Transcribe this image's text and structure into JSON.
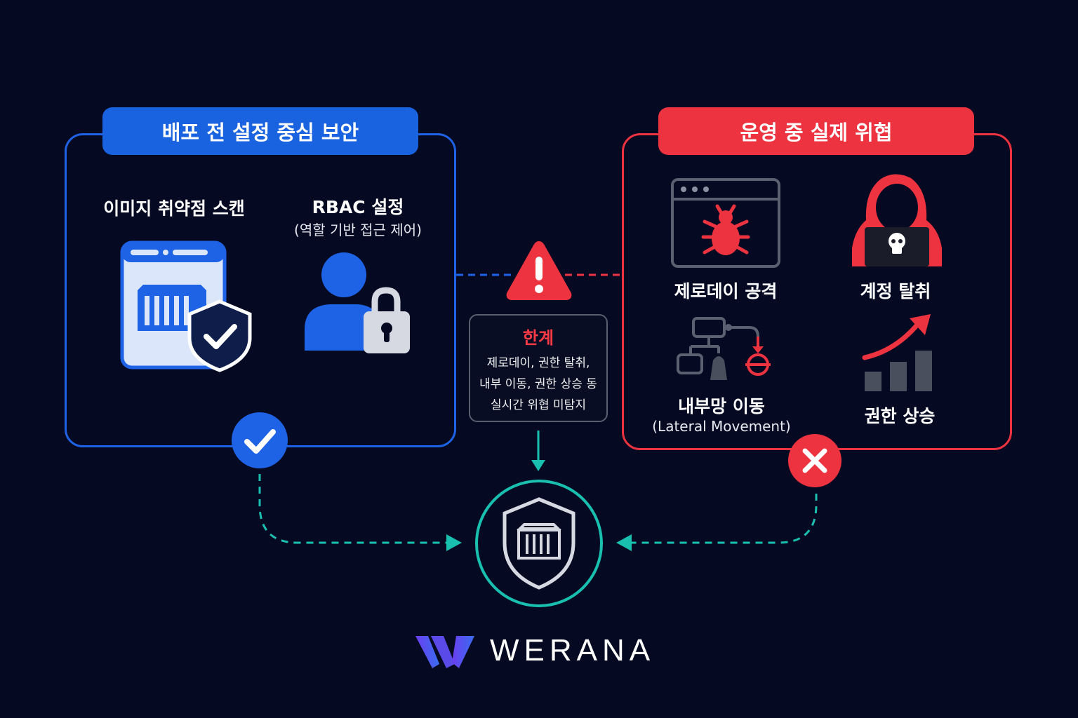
{
  "left_panel": {
    "title": "배포 전 설정 중심 보안",
    "items": [
      {
        "label": "이미지 취약점 스캔"
      },
      {
        "label": "RBAC 설정",
        "sublabel": "(역할 기반 접근 제어)"
      }
    ],
    "status": "check"
  },
  "right_panel": {
    "title": "운영 중 실제 위협",
    "items": [
      {
        "label": "제로데이 공격"
      },
      {
        "label": "계정 탈취"
      },
      {
        "label": "내부망 이동",
        "sublabel": "(Lateral Movement)"
      },
      {
        "label": "권한 상승"
      }
    ],
    "status": "cross"
  },
  "limit": {
    "title": "한계",
    "lines": [
      "제로데이, 권한 탈취,",
      "내부 이동, 권한 상승 동",
      "실시간 위협 미탐지"
    ]
  },
  "brand": {
    "name": "WERANA"
  },
  "colors": {
    "background": "#050a22",
    "blue": "#1e63e6",
    "red": "#ee3340",
    "teal": "#19c0b0"
  },
  "icons": [
    "container-scan-icon",
    "shield-check-icon",
    "user-lock-icon",
    "warning-icon",
    "bug-window-icon",
    "hacker-icon",
    "network-flow-icon",
    "chart-arrow-icon",
    "shield-container-icon",
    "check-icon",
    "close-icon",
    "werana-logo-icon"
  ]
}
